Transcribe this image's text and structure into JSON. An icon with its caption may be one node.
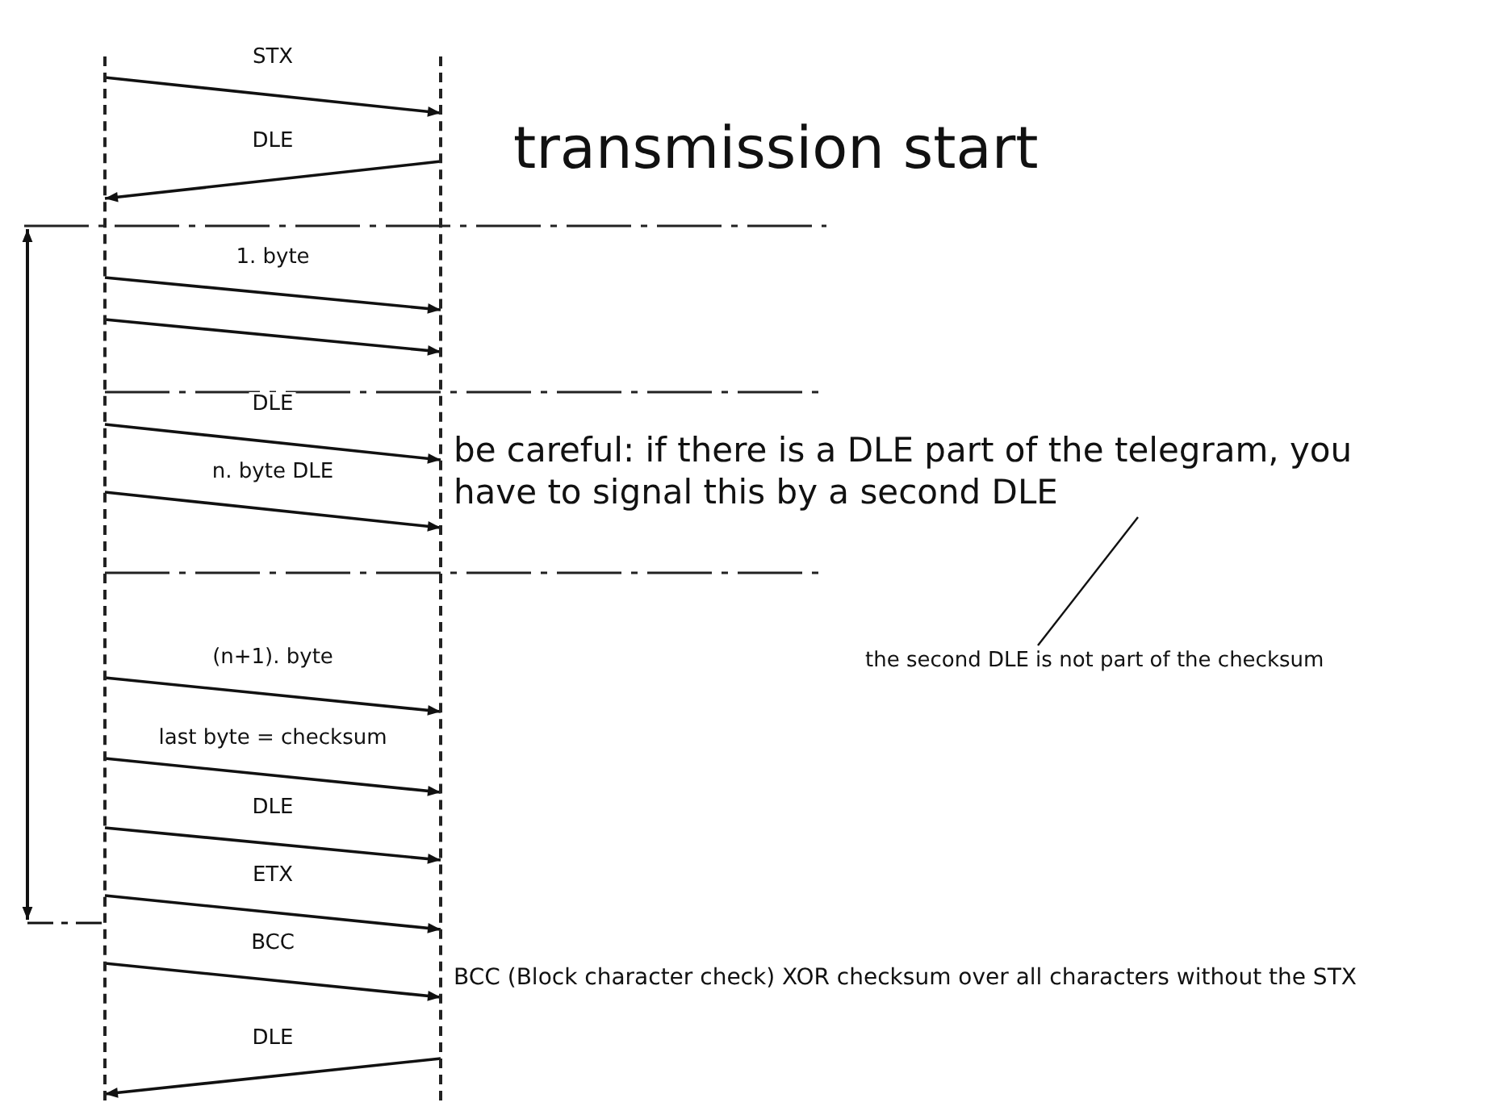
{
  "diagram": {
    "nodes": [
      {
        "text": [],
        "shape": "bar"
      },
      {
        "text": [],
        "shape": "bar"
      },
      {
        "text": [
          "be careful: if there is a DLE part of the telegram, you have to signal this by a second DLE"
        ]
      },
      {
        "text": [
          "the second DLE is not part of the checksum"
        ]
      }
    ],
    "edges": [
      {
        "from": 0,
        "to": 1,
        "arrow": "to",
        "label": "STX"
      },
      {
        "from": 1,
        "to": 0,
        "arrow": "to",
        "label": "DLE"
      },
      {
        "from": 0,
        "to": 1,
        "arrow": "to",
        "label": "1. byte"
      },
      {
        "from": 0,
        "to": 1,
        "arrow": "to"
      },
      {
        "from": 0,
        "to": 1,
        "arrow": "to",
        "label": "DLE"
      },
      {
        "from": 0,
        "to": 1,
        "arrow": "to",
        "label": "n. byte DLE"
      },
      {
        "from": 0,
        "to": 1,
        "arrow": "to",
        "label": "(n+1). byte"
      },
      {
        "from": 0,
        "to": 1,
        "arrow": "to",
        "label": "last byte = checksum"
      },
      {
        "from": 0,
        "to": 1,
        "arrow": "to",
        "label": "DLE"
      },
      {
        "from": 0,
        "to": 1,
        "arrow": "to",
        "label": "ETX"
      },
      {
        "from": 0,
        "to": 1,
        "arrow": "to",
        "label": "BCC"
      },
      {
        "from": 1,
        "to": 0,
        "arrow": "to",
        "label": "DLE"
      },
      {
        "from": 3,
        "to": 2,
        "arrow": "none"
      }
    ],
    "labels": [
      "transmission start",
      "BCC (Block character check) XOR checksum over all characters without the STX"
    ]
  }
}
